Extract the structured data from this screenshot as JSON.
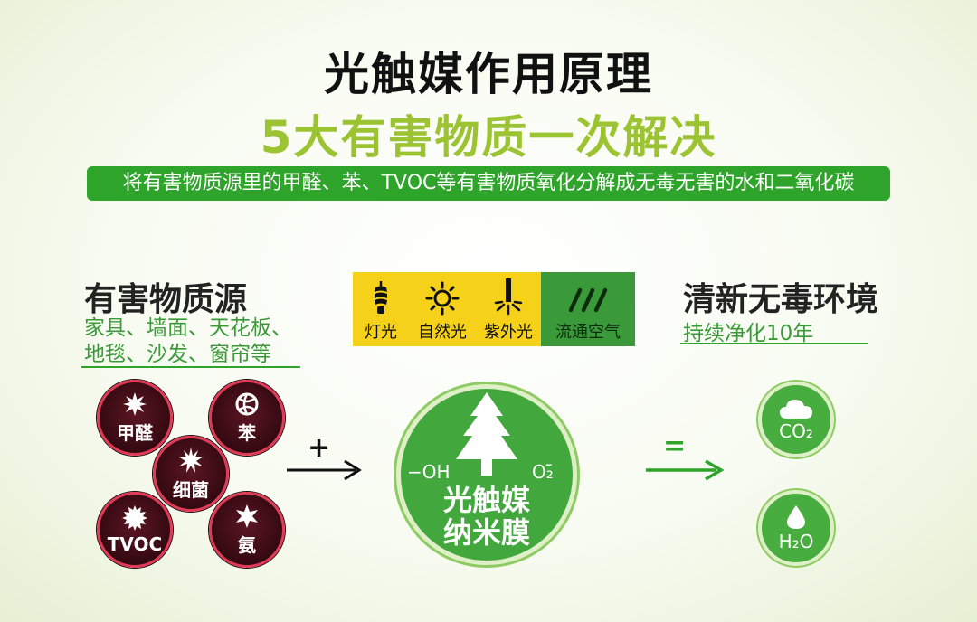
{
  "title": "光触媒作用原理",
  "subtitle": "5大有害物质一次解决",
  "banner": "将有害物质源里的甲醛、苯、TVOC等有害物质氧化分解成无毒无害的水和二氧化碳",
  "source": {
    "title": "有害物质源",
    "desc_line1": "家具、墙面、天花板、",
    "desc_line2": "地毯、沙发、窗帘等"
  },
  "environment": {
    "title": "清新无毒环境",
    "desc": "持续净化10年"
  },
  "lights": [
    {
      "label": "灯光",
      "icon": "lamp-icon"
    },
    {
      "label": "自然光",
      "icon": "sun-icon"
    },
    {
      "label": "紫外光",
      "icon": "uv-light-icon"
    },
    {
      "label": "流通空气",
      "icon": "airflow-icon"
    }
  ],
  "pollutants": [
    "甲醛",
    "苯",
    "细菌",
    "TVOC",
    "氨"
  ],
  "operators": {
    "plus": "+",
    "equals": "="
  },
  "catalyst": {
    "line1": "光触媒",
    "line2": "纳米膜",
    "left_radical": "−OH",
    "right_radical": "O₂̄"
  },
  "results": [
    "CO₂",
    "H₂O"
  ],
  "colors": {
    "green": "#2ea42a",
    "light_green": "#9cc432",
    "yellow": "#f5d11a",
    "pollutant_dark": "#3a0b14",
    "pollutant_ring": "#e03a57"
  }
}
